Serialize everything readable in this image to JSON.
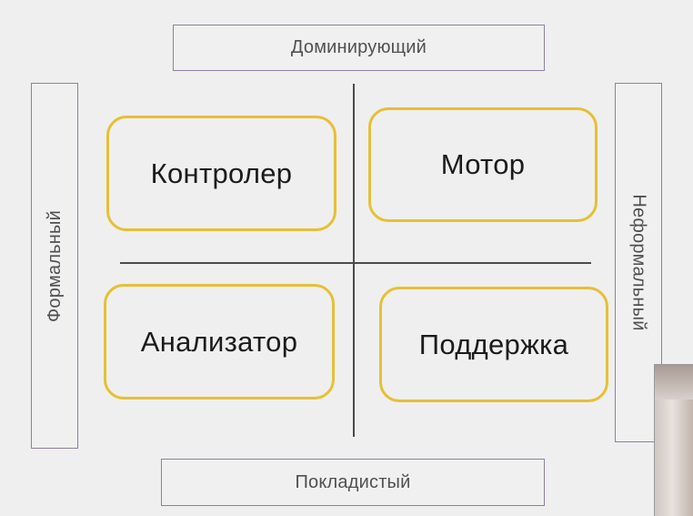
{
  "axes": {
    "top": "Доминирующий",
    "bottom": "Покладистый",
    "left": "Формальный",
    "right": "Неформальный"
  },
  "quadrants": {
    "top_left": "Контролер",
    "top_right": "Мотор",
    "bottom_left": "Анализатор",
    "bottom_right": "Поддержка"
  },
  "colors": {
    "background": "#efefef",
    "card_border": "#e6c035",
    "axis_border": "#8e7fa0",
    "divider": "#4b4b4b",
    "text": "#1b1b1b"
  }
}
